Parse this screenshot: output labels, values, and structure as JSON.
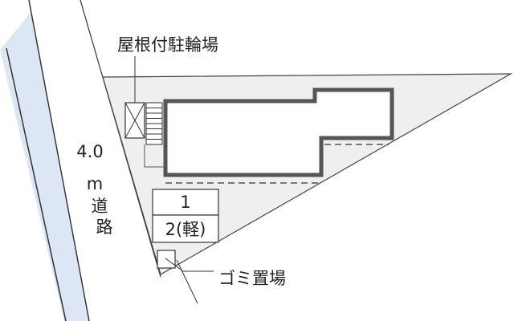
{
  "labels": {
    "bicycle_shed": "屋根付駐輪場",
    "garbage": "ゴミ置場",
    "road_width": "4.0",
    "road_unit": "m",
    "road_word_1": "道",
    "road_word_2": "路"
  },
  "parking": {
    "slot_1": "1",
    "slot_2": "2(軽)"
  },
  "colors": {
    "road_fill": "#dde6f5",
    "lot_fill": "#efefef",
    "building_outline": "#555555",
    "line": "#333333"
  }
}
